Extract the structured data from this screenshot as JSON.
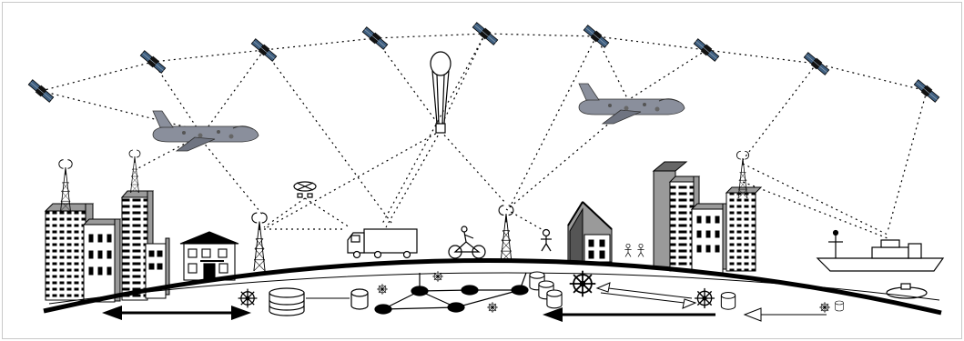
{
  "figure": {
    "title": "",
    "labels": [],
    "elements": {
      "satellites": 9,
      "airplanes": 2,
      "balloon": 1,
      "drone": 1,
      "radio_towers": 5,
      "ground_stations": 3,
      "databases": 5,
      "network_nodes": 6
    }
  },
  "colors": {
    "background": "#ffffff",
    "line": "#000000",
    "frame": "#c8c8c8",
    "building_light": "#ffffff",
    "building_dark": "#9a9a9a",
    "plane": "#8a8f9c",
    "satellite_panel": "#3f5f80"
  }
}
